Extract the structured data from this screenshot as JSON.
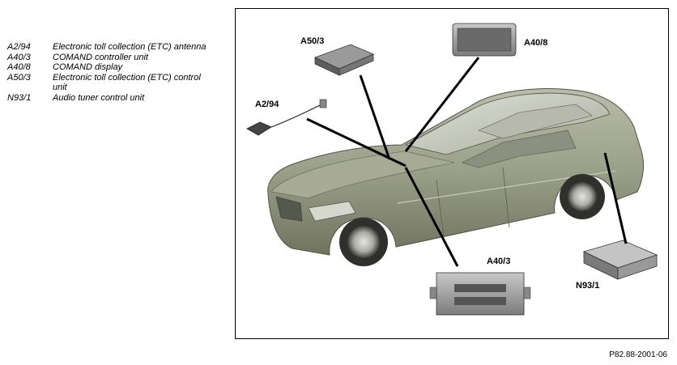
{
  "legend": [
    {
      "code": "A2/94",
      "description": "Electronic toll collection (ETC) antenna"
    },
    {
      "code": "A40/3",
      "description": "COMAND controller unit"
    },
    {
      "code": "A40/8",
      "description": "COMAND display"
    },
    {
      "code": "A50/3",
      "description": "Electronic toll collection (ETC) control unit"
    },
    {
      "code": "N93/1",
      "description": "Audio tuner control unit"
    }
  ],
  "callouts": {
    "a50_3": "A50/3",
    "a40_8": "A40/8",
    "a2_94": "A2/94",
    "a40_3": "A40/3",
    "n93_1": "N93/1"
  },
  "figure_ref": "P82.88-2001-06",
  "colors": {
    "car_body": "#9a9f88",
    "car_shadow": "#6f7462",
    "glass": "#c9ccc2",
    "component": "#8a8a8a",
    "leader": "#000000"
  }
}
